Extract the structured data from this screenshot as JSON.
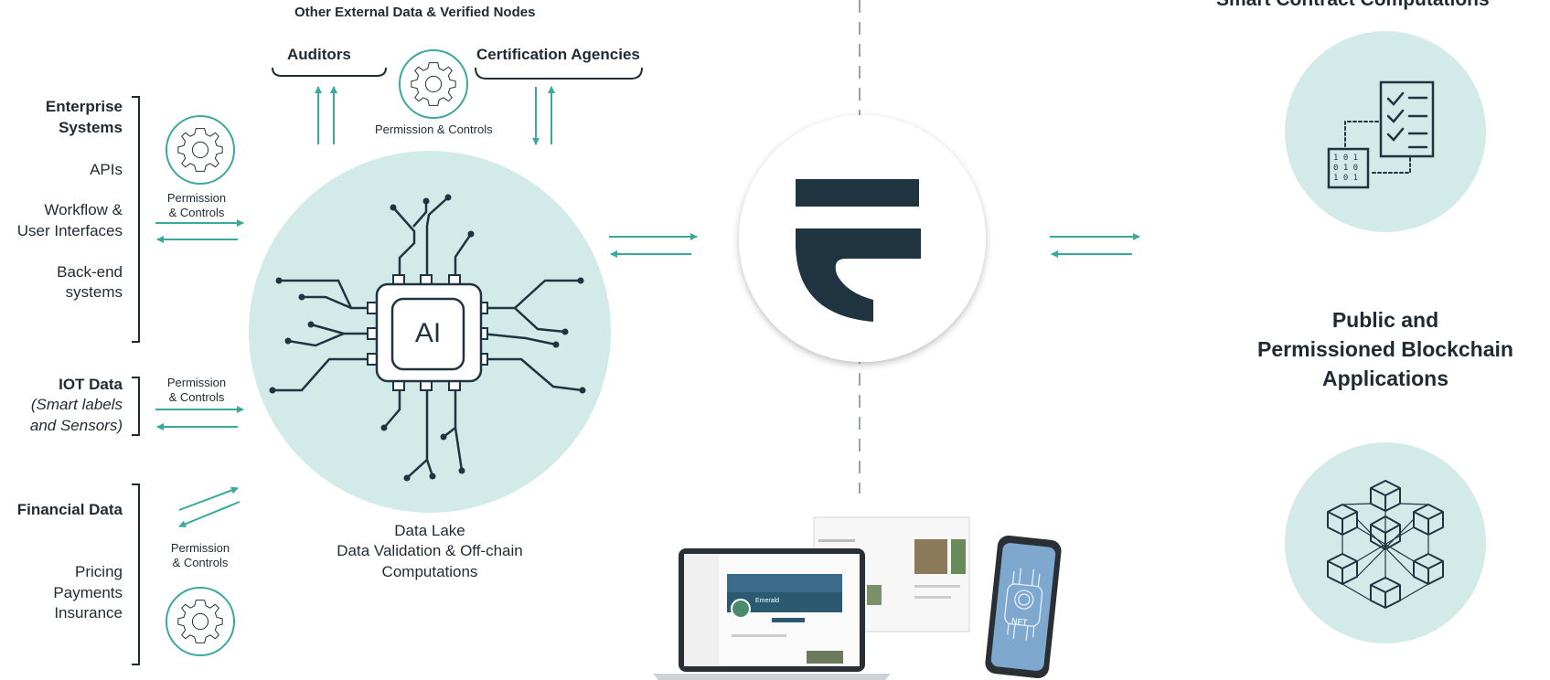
{
  "colors": {
    "teal": "#3aa99a",
    "teal_light": "#d3ebe8",
    "navy": "#1f3440",
    "ink": "#1f2a33"
  },
  "external": {
    "title": "Other External Data & Verified Nodes",
    "auditors": "Auditors",
    "certification": "Certification Agencies",
    "permission": "Permission & Controls"
  },
  "enterprise": {
    "title_line1": "Enterprise",
    "title_line2": "Systems",
    "apis": "APIs",
    "workflow_line1": "Workflow &",
    "workflow_line2": "User Interfaces",
    "backend_line1": "Back-end",
    "backend_line2": "systems",
    "permission_line1": "Permission",
    "permission_line2": "& Controls"
  },
  "iot": {
    "title": "IOT Data",
    "sub_line1": "(Smart labels",
    "sub_line2": "and Sensors)",
    "permission_line1": "Permission",
    "permission_line2": "& Controls"
  },
  "financial": {
    "title": "Financial Data",
    "permission_line1": "Permission",
    "permission_line2": "& Controls",
    "item1": "Pricing",
    "item2": "Payments",
    "item3": "Insurance"
  },
  "ai": {
    "chip_label": "AI",
    "caption_line1": "Data Lake",
    "caption_line2": "Data Validation & Off-chain",
    "caption_line3": "Computations"
  },
  "right": {
    "smart_contract_title": "Smart Contract Computations",
    "blockchain_line1": "Public and",
    "blockchain_line2": "Permissioned Blockchain",
    "blockchain_line3": "Applications",
    "binary_rows": [
      "1 0 1",
      "0 1 0",
      "1 0 1"
    ]
  },
  "devices": {
    "laptop_banner": "Emerald",
    "phone_badge": "NFT"
  }
}
